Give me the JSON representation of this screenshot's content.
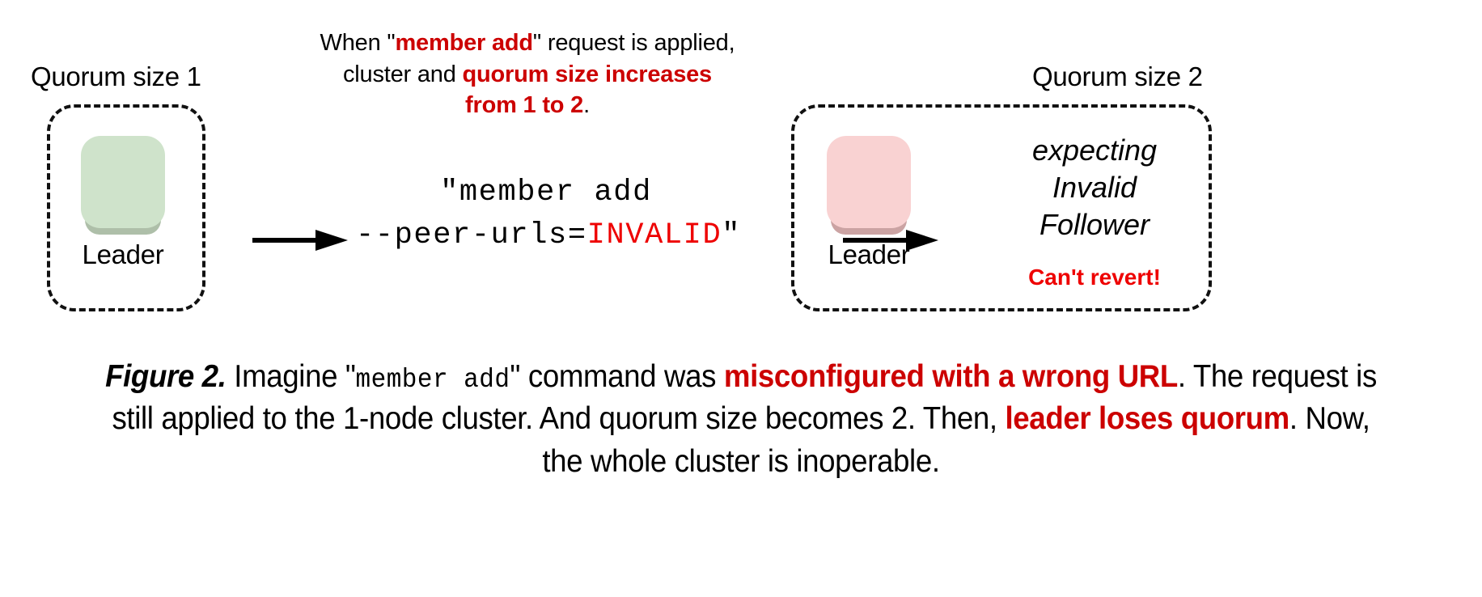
{
  "figure": {
    "annotation": {
      "line1_pre": "When \"",
      "line1_em": "member add",
      "line1_post": "\" request is applied,",
      "line2_pre": "cluster and ",
      "line2_em": "quorum size increases",
      "line3_em": "from 1 to 2",
      "line3_post": "."
    },
    "left_cluster": {
      "group_label": "Quorum size 1",
      "node_label": "Leader",
      "node_color": "#cfe3cb",
      "node_icon": "server-rack-icon"
    },
    "right_cluster": {
      "group_label": "Quorum size 2",
      "node_label": "Leader",
      "node_color": "#f9d2d2",
      "node_icon": "server-rack-icon",
      "status_line1": "expecting",
      "status_line2": "Invalid",
      "status_line3": "Follower",
      "warning": "Can't revert!",
      "warning_color": "#ee0000"
    },
    "command": {
      "line1": "\"member add",
      "line2_pre": "--peer-urls=",
      "line2_em": "INVALID",
      "line2_post": "\"",
      "invalid_color": "#ee0000"
    },
    "arrows": {
      "arrow_1": "arrow-right",
      "arrow_2": "arrow-right"
    },
    "caption": {
      "figure_number": "Figure 2.",
      "seg1": " Imagine \"",
      "mono1": "member add",
      "seg2": "\" command was ",
      "em1": "misconfigured with a wrong URL",
      "seg3": ". The request is still applied to the 1-node cluster. And quorum size becomes 2. Then, ",
      "em2": "leader loses quorum",
      "seg4": ". Now, the whole cluster is inoperable.",
      "emphasis_color": "#cc0000"
    }
  }
}
